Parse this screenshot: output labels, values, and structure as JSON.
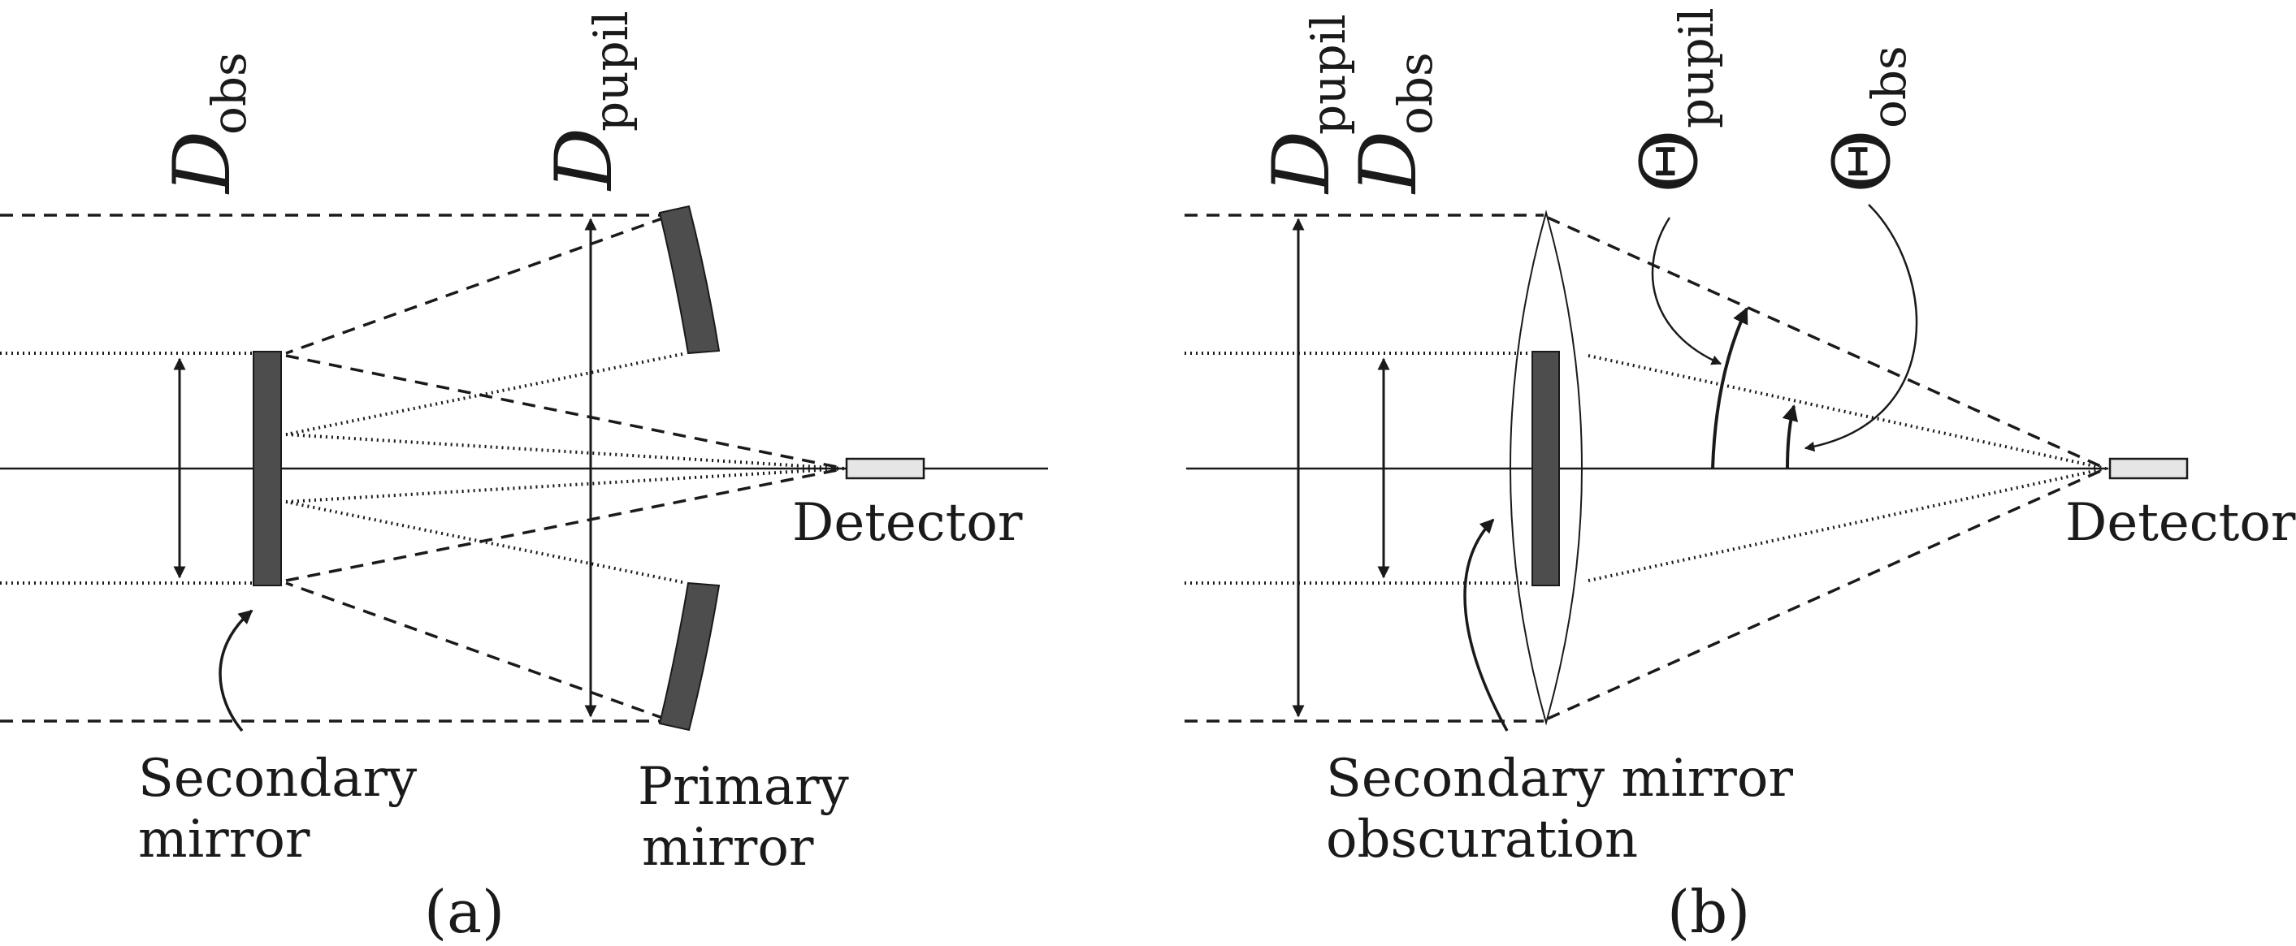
{
  "panels": {
    "a": {
      "caption": "(a)",
      "sym_obs": "D",
      "sub_obs": "obs",
      "sym_pupil": "D",
      "sub_pupil": "pupil",
      "secondary_label": [
        "Secondary",
        "mirror"
      ],
      "primary_label": [
        "Primary",
        "mirror"
      ],
      "detector_label": "Detector"
    },
    "b": {
      "caption": "(b)",
      "sym_pupil": "D",
      "sub_pupil": "pupil",
      "sym_obs": "D",
      "sub_obs": "obs",
      "theta_pupil_sym": "Θ",
      "theta_pupil_sub": "pupil",
      "theta_obs_sym": "Θ",
      "theta_obs_sub": "obs",
      "obscuration_label": [
        "Secondary mirror",
        "obscuration"
      ],
      "detector_label": "Detector"
    }
  },
  "colors": {
    "line": "#1a1a1a",
    "mirror": "#4d4d4d",
    "detector_fill": "#e6e6e6"
  }
}
